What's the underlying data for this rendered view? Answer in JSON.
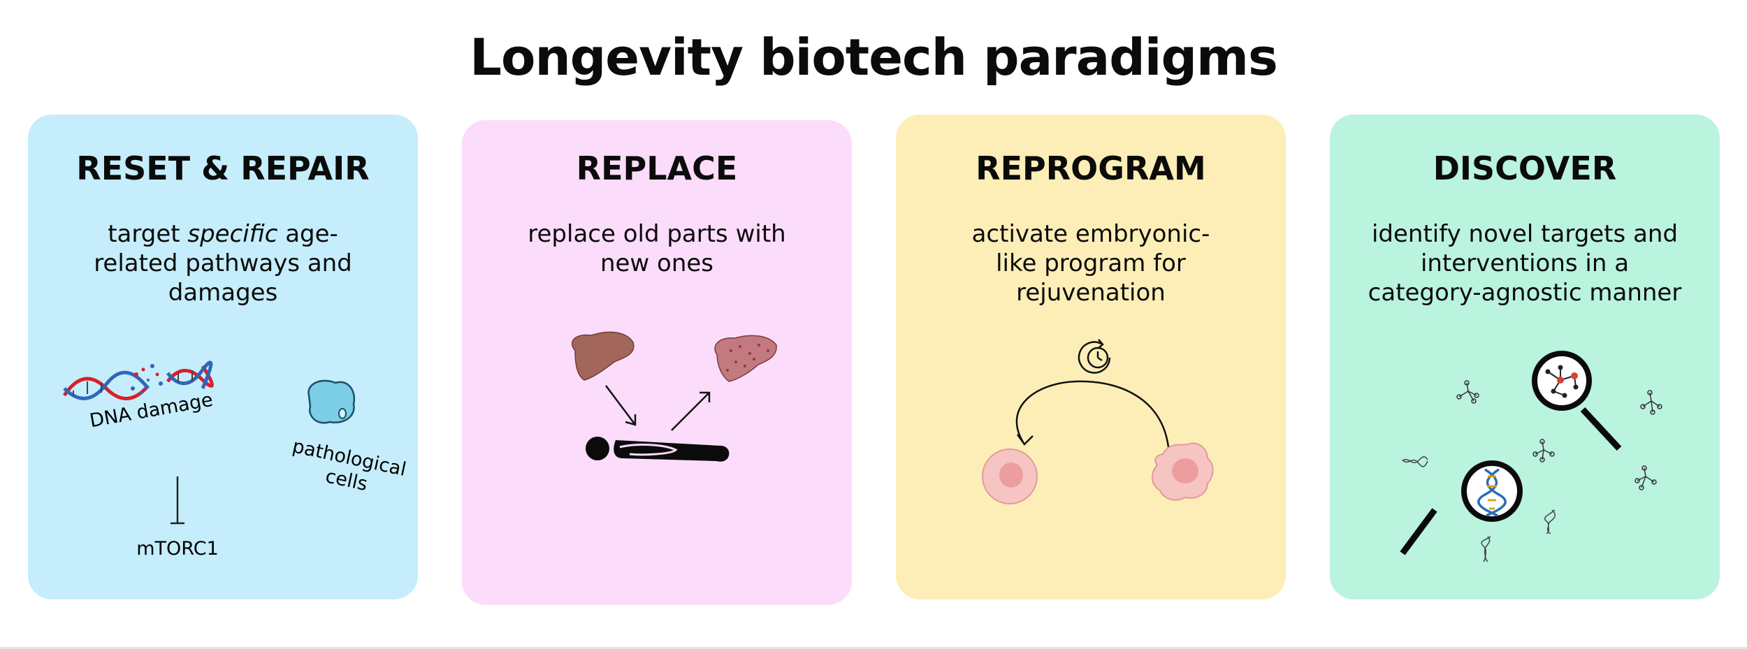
{
  "page": {
    "title": "Longevity biotech paradigms"
  },
  "cards": [
    {
      "heading": "RESET & REPAIR",
      "desc_pre": "target ",
      "desc_em": "specific",
      "desc_post": " age-related pathways and damages",
      "color": "#c5edfb",
      "labels": {
        "dna": "DNA damage",
        "patho1": "pathological",
        "patho2": "cells",
        "mtorc": "mTORC1"
      }
    },
    {
      "heading": "REPLACE",
      "desc": "replace old parts with new ones",
      "color": "#fcdcfb"
    },
    {
      "heading": "REPROGRAM",
      "desc": "activate embryonic-like program for rejuvenation",
      "color": "#fdeeb7"
    },
    {
      "heading": "DISCOVER",
      "desc": "identify novel targets and interventions in a category-agnostic manner",
      "color": "#baf3de"
    }
  ]
}
